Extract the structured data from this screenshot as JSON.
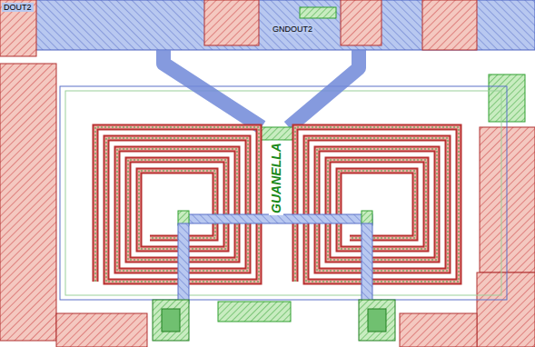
{
  "diagram": {
    "labels": [
      "DOUT2",
      "GNDOUT2",
      "GUANELLA"
    ]
  }
}
